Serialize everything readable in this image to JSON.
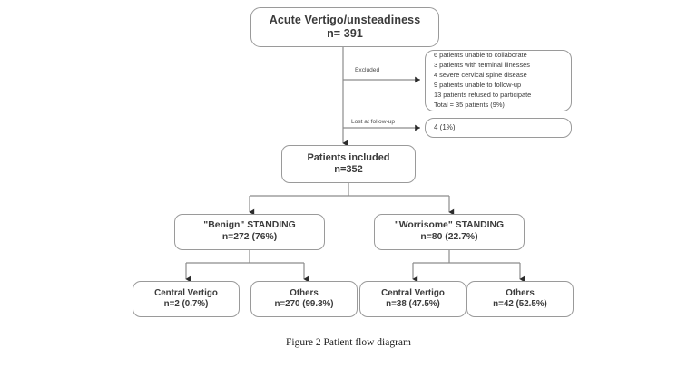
{
  "figure": {
    "caption": "Figure 2 Patient flow diagram"
  },
  "nodes": {
    "root": {
      "title": "Acute Vertigo/unsteadiness",
      "count": "n= 391"
    },
    "excluded": {
      "lines": [
        "6 patients unable to collaborate",
        "3 patients with terminal illnesses",
        "4 severe cervical spine disease",
        "9 patients unable to follow-up",
        "13 patients refused to participate",
        "Total = 35 patients (9%)"
      ]
    },
    "lost": {
      "text": "4   (1%)"
    },
    "included": {
      "title": "Patients included",
      "count": "n=352"
    },
    "benign": {
      "title": "\"Benign\" STANDING",
      "count": "n=272 (76%)"
    },
    "worrisome": {
      "title": "\"Worrisome\" STANDING",
      "count": "n=80 (22.7%)"
    },
    "benign_central": {
      "title": "Central Vertigo",
      "count": "n=2 (0.7%)"
    },
    "benign_others": {
      "title": "Others",
      "count": "n=270 (99.3%)"
    },
    "worrisome_central": {
      "title": "Central Vertigo",
      "count": "n=38 (47.5%)"
    },
    "worrisome_others": {
      "title": "Others",
      "count": "n=42 (52.5%)"
    }
  },
  "edges": {
    "excluded_label": "Excluded",
    "lost_label": "Lost at follow-up"
  },
  "colors": {
    "box_border": "#9a9a9a",
    "text": "#3b3b3b",
    "connector": "#8c8c8c",
    "background": "#ffffff"
  }
}
